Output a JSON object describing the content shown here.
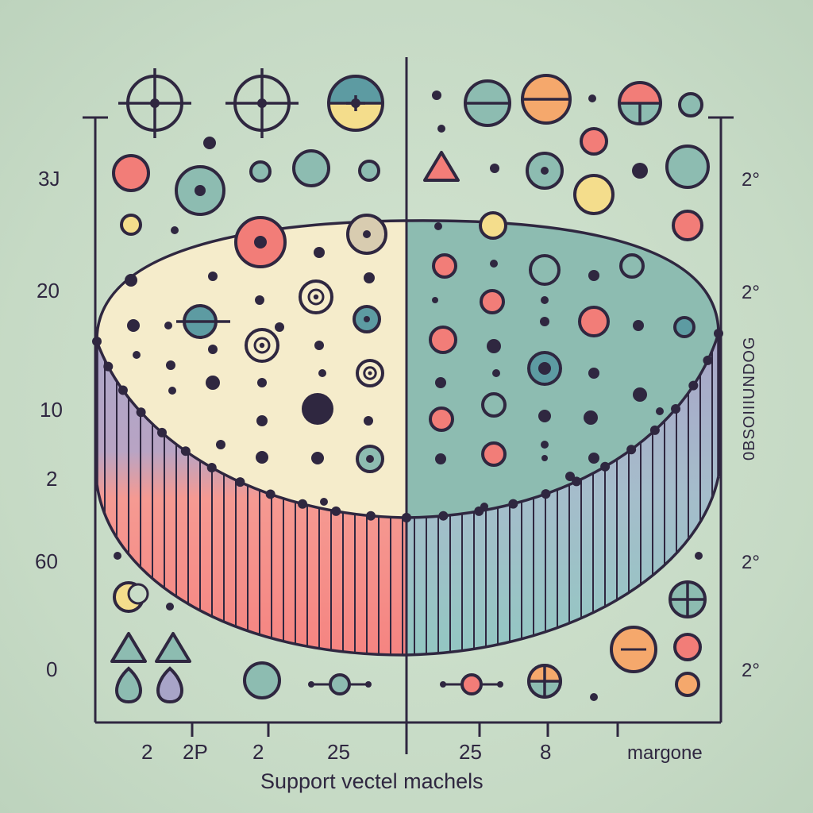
{
  "caption": "Support vectel machels",
  "left_axis_ticks": [
    "3J",
    "20",
    "10",
    "2",
    "60",
    "0"
  ],
  "right_axis_ticks": [
    "2°",
    "2°",
    "2°",
    "2°"
  ],
  "right_axis_label": "0BSOIIIUNDOG",
  "bottom_ticks": [
    "2",
    "2P",
    "2",
    "25",
    "25",
    "8"
  ],
  "bottom_right_label": "margone",
  "colors": {
    "ink": "#2f2740",
    "cream": "#f5eccb",
    "teal": "#8dbcb1",
    "coral": "#f27d78",
    "yellow": "#f4dd8c",
    "orange": "#f5a86c",
    "lavender": "#a8a4c8",
    "slate": "#5d9ba2"
  },
  "icons": [
    "crosshair-icon",
    "circle-marker-icon",
    "triangle-marker-icon",
    "moon-icon",
    "drop-icon"
  ]
}
